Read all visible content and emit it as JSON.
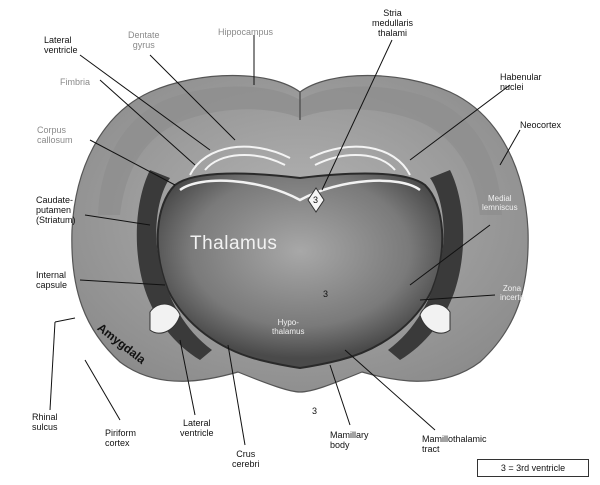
{
  "labels": {
    "lateral_ventricle_top": "Lateral\nventricle",
    "dentate_gyrus": "Dentate\ngyrus",
    "hippocampus": "Hippocampus",
    "stria_medullaris": "Stria\nmedullaris\nthalami",
    "habenular_nuclei": "Habenular\nnuclei",
    "neocortex": "Neocortex",
    "fimbria": "Fimbria",
    "corpus_callosum": "Corpus\ncallosum",
    "caudate_putamen": "Caudate-\nputamen\n(Striatum)",
    "thalamus": "Thalamus",
    "medial_lemniscus": "Medial\nlemniscus",
    "internal_capsule": "Internal\ncapsule",
    "zona_incerta": "Zona\nincerta",
    "amygdala": "Amygdala",
    "hypothalamus": "Hypo-\nthalamus",
    "rhinal_sulcus": "Rhinal\nsulcus",
    "piriform_cortex": "Piriform\ncortex",
    "lateral_ventricle_bottom": "Lateral\nventricle",
    "crus_cerebri": "Crus\ncerebri",
    "mamillary_body": "Mamillary\nbody",
    "mamillothalamic_tract": "Mamillothalamic\ntract",
    "marker_3_top": "3",
    "marker_3_mid": "3",
    "marker_3_bottom": "3"
  },
  "legend": {
    "text": "3 = 3rd ventricle"
  },
  "colors": {
    "tissue": "#9a9a9a",
    "dark_tissue": "#3c3c3c",
    "background": "#ffffff",
    "leader": "#111111"
  }
}
